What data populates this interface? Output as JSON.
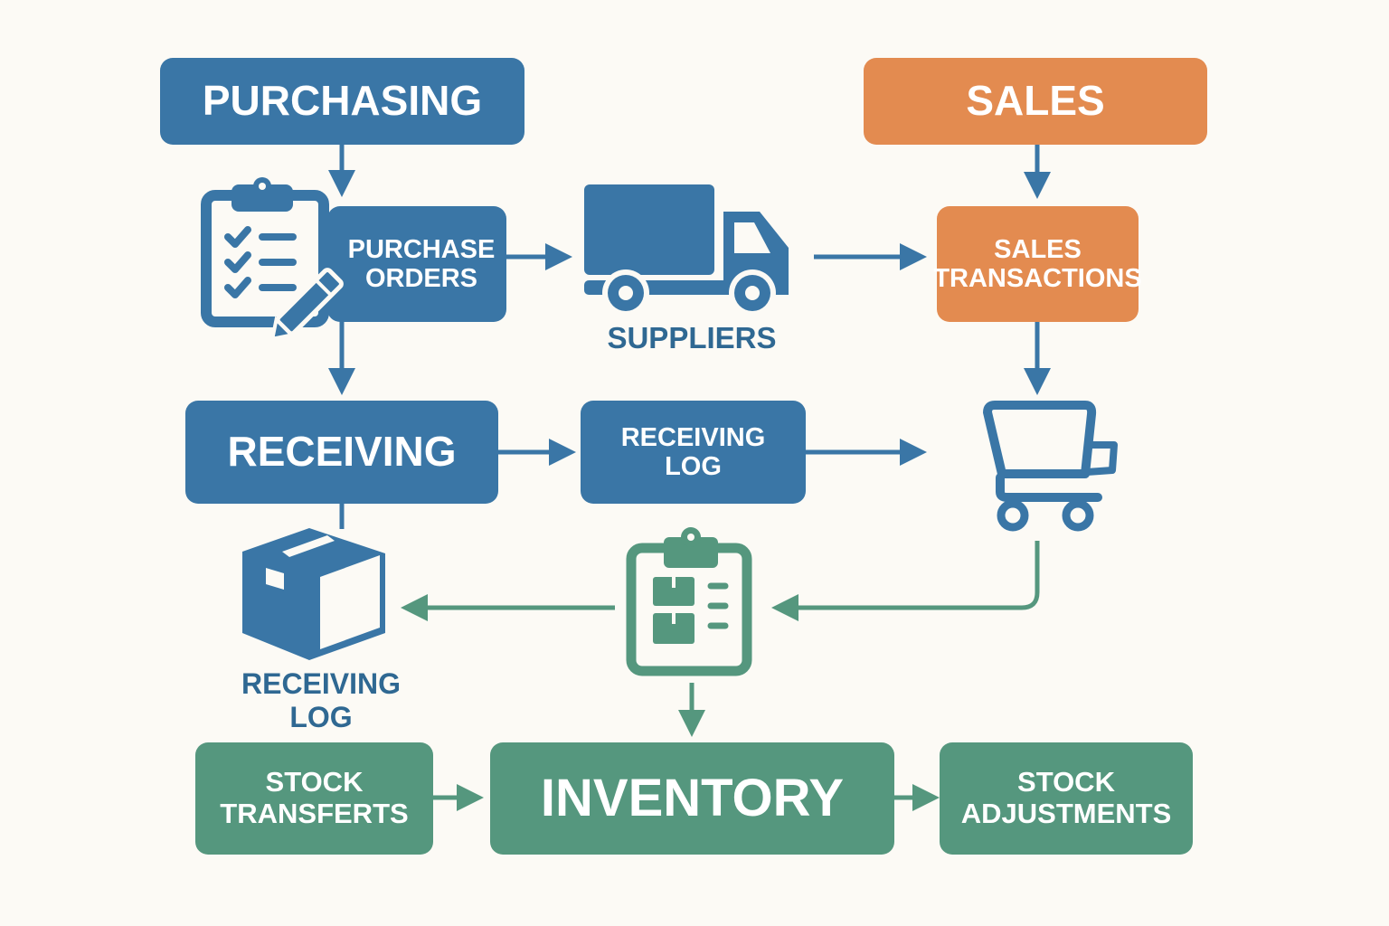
{
  "colors": {
    "blue": "#3a76a6",
    "orange": "#e38b50",
    "green": "#55977e",
    "background": "#fcfaf5"
  },
  "nodes": {
    "purchasing": "PURCHASING",
    "purchase_orders": [
      "PURCHASE",
      "ORDERS"
    ],
    "suppliers": "SUPPLIERS",
    "sales": "SALES",
    "sales_transactions": [
      "SALES",
      "TRANSACTIONS"
    ],
    "receiving": "RECEIVING",
    "receiving_log_box": [
      "RECEIVING",
      "LOG"
    ],
    "receiving_log_label": [
      "RECEIVING",
      "LOG"
    ],
    "stock_transfers": [
      "STOCK",
      "TRANSFERTS"
    ],
    "inventory": "INVENTORY",
    "stock_adjustments": [
      "STOCK",
      "ADJUSTMENTS"
    ]
  },
  "icons": {
    "purchase_orders": "clipboard-checklist-pencil-icon",
    "suppliers": "truck-icon",
    "sales": "shopping-cart-icon",
    "receiving": "box-icon",
    "inventory": "clipboard-boxes-icon"
  },
  "edges": [
    {
      "from": "purchasing",
      "to": "purchase_orders"
    },
    {
      "from": "purchase_orders",
      "to": "suppliers"
    },
    {
      "from": "suppliers",
      "to": "sales_transactions"
    },
    {
      "from": "sales",
      "to": "sales_transactions"
    },
    {
      "from": "purchase_orders",
      "to": "receiving"
    },
    {
      "from": "sales_transactions",
      "to": "shopping-cart"
    },
    {
      "from": "receiving",
      "to": "receiving_log_box"
    },
    {
      "from": "receiving_log_box",
      "to": "shopping-cart"
    },
    {
      "from": "receiving",
      "to": "box"
    },
    {
      "from": "shopping-cart",
      "to": "inventory_clipboard"
    },
    {
      "from": "inventory_clipboard",
      "to": "box"
    },
    {
      "from": "inventory_clipboard",
      "to": "inventory"
    },
    {
      "from": "stock_transfers",
      "to": "inventory"
    },
    {
      "from": "inventory",
      "to": "stock_adjustments"
    }
  ]
}
